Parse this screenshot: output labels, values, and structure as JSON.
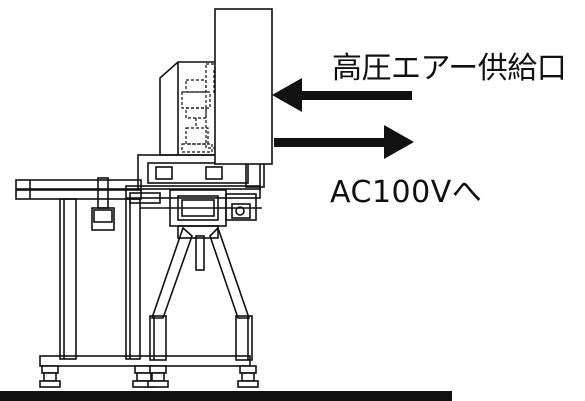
{
  "labels": {
    "air_supply": "高圧エアー供給口",
    "power": "AC100Vへ"
  },
  "arrows": [
    {
      "label_ref": "air_supply",
      "direction": "in"
    },
    {
      "label_ref": "power",
      "direction": "out"
    }
  ],
  "colors": {
    "line": "#111111",
    "background": "#ffffff"
  }
}
